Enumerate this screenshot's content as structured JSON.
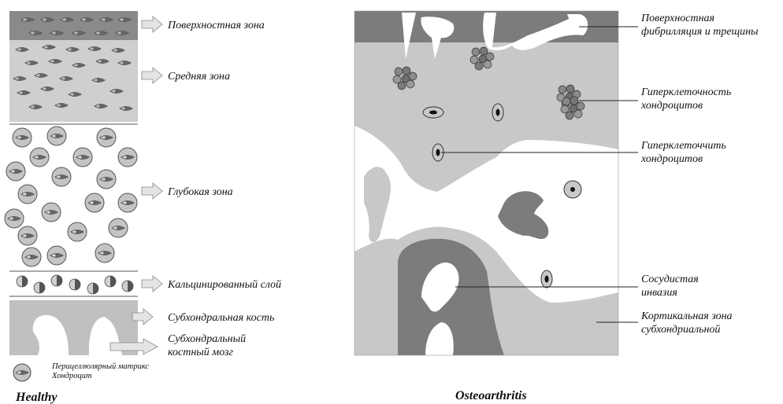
{
  "healthy": {
    "title": "Healthy",
    "zones": [
      {
        "label": "Поверхностная зона"
      },
      {
        "label": "Средняя зона"
      },
      {
        "label": "Глубокая зона"
      },
      {
        "label": "Кальцинированный слой"
      },
      {
        "label": "Субхондральная кость"
      },
      {
        "label_line1": "Субхондральный",
        "label_line2": "костный мозг"
      }
    ],
    "legend": {
      "matrix": "Перицеллюлярный матрикс",
      "chondrocyte": "Хондроцит"
    }
  },
  "oa": {
    "title": "Osteoarthritis",
    "labels": [
      {
        "line1": "Поверхностная",
        "line2": "фибрилляция и трещины"
      },
      {
        "line1": "Гиперклеточность",
        "line2": "хондроцитов"
      },
      {
        "line1": "Гиперклеточчить",
        "line2": "хондроцитов"
      },
      {
        "line1": "Сосудистая",
        "line2": "инвазия"
      },
      {
        "line1": "Кортикальная зона",
        "line2": "субхондриальной"
      }
    ]
  },
  "colors": {
    "dark_gray": "#7a7a7a",
    "mid_gray": "#a8a8a8",
    "light_gray": "#c8c8c8",
    "cell": "#6a6a6a"
  }
}
